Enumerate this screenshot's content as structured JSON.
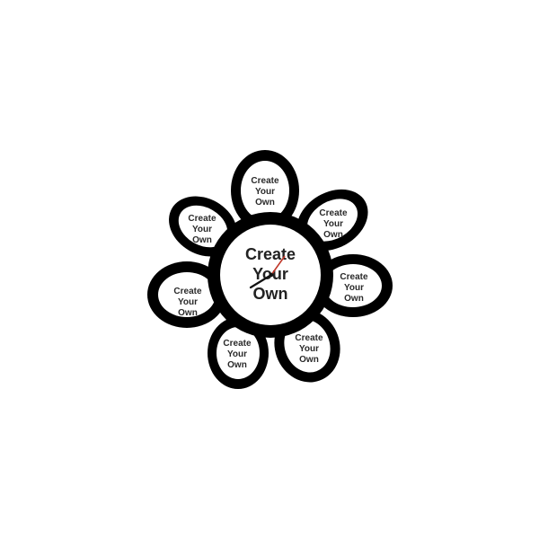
{
  "product": {
    "center_label": [
      "Create",
      "Your",
      "Own"
    ],
    "petals": [
      {
        "lines": [
          "Create",
          "Your",
          "Own"
        ]
      },
      {
        "lines": [
          "Create",
          "Your",
          "Own"
        ]
      },
      {
        "lines": [
          "Create",
          "Your",
          "Own"
        ]
      },
      {
        "lines": [
          "Create",
          "Your",
          "Own"
        ]
      },
      {
        "lines": [
          "Create",
          "Your",
          "Own"
        ]
      },
      {
        "lines": [
          "Create",
          "Your",
          "Own"
        ]
      },
      {
        "lines": [
          "Create",
          "Your",
          "Own"
        ]
      }
    ]
  },
  "colors": {
    "frame": "#000000",
    "face": "#ffffff",
    "text": "#222222",
    "second_hand": "#c0392b"
  }
}
